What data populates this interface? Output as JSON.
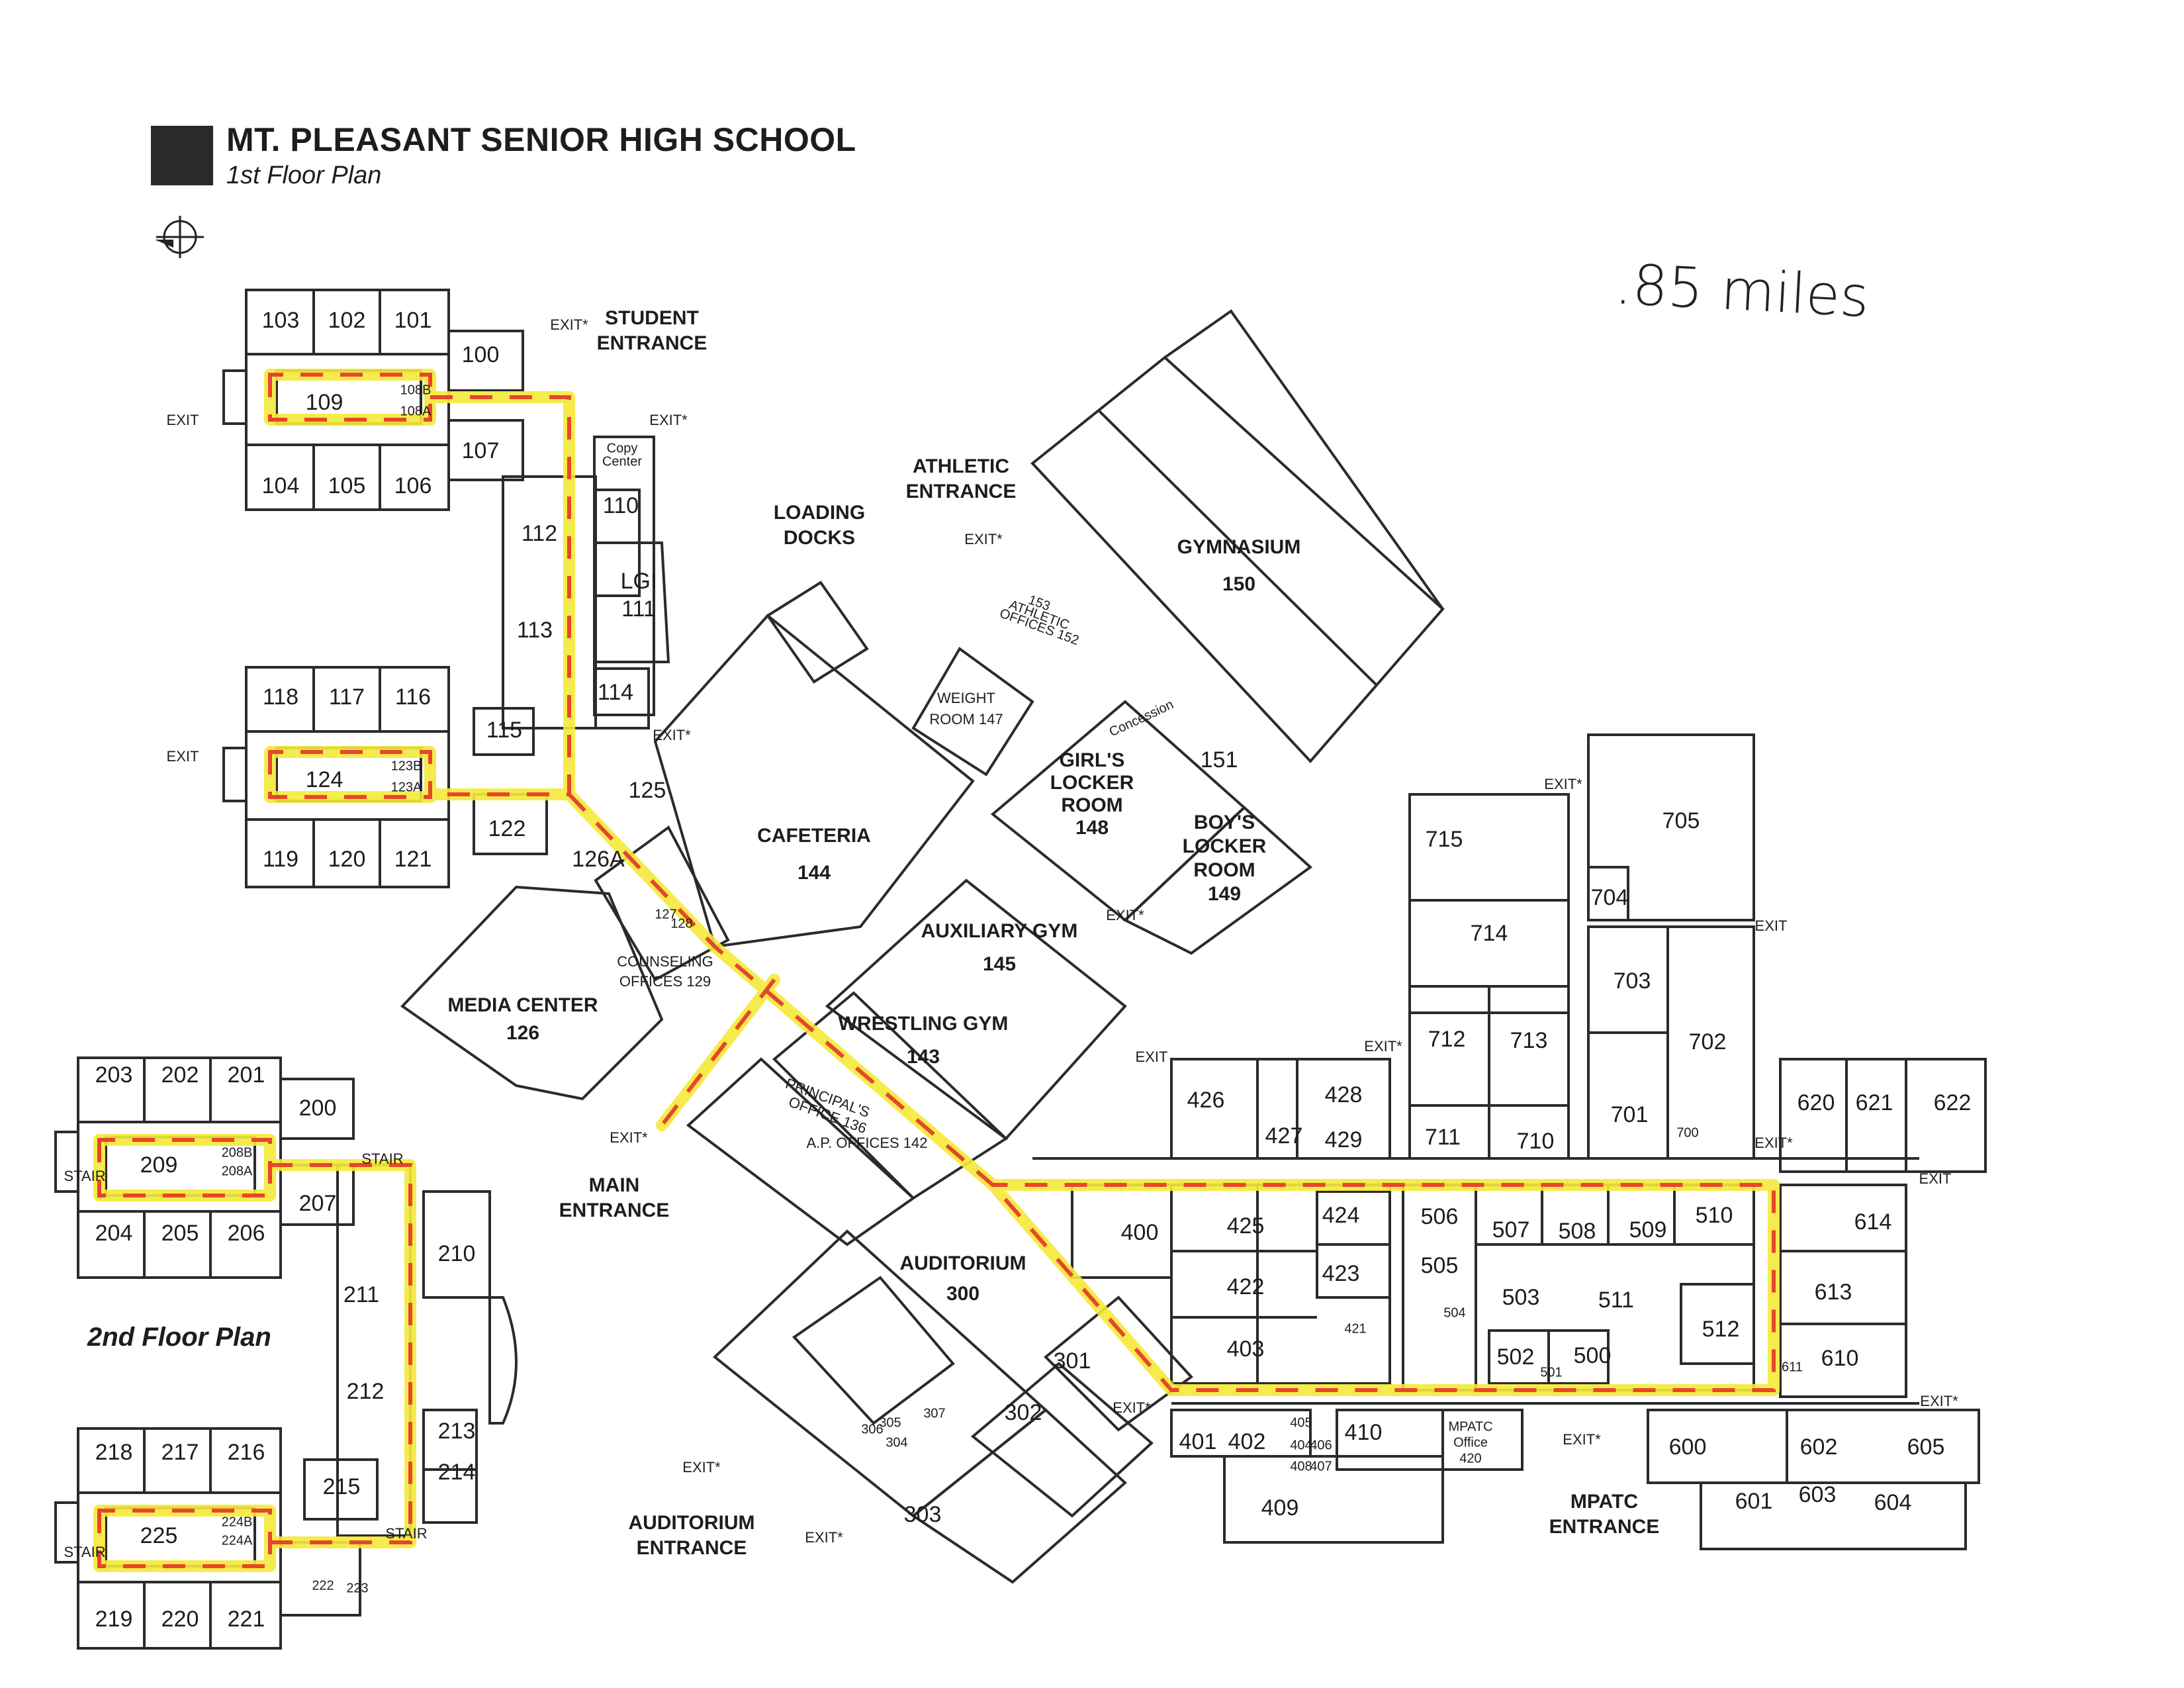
{
  "header": {
    "title": "MT. PLEASANT SENIOR HIGH SCHOOL",
    "subtitle": "1st Floor Plan",
    "second_floor_title": "2nd Floor Plan"
  },
  "annotation": {
    "distance": ".85 miles"
  },
  "colors": {
    "walls": "#2b2b2b",
    "route_highlight": "#f5e93a",
    "route_arrows": "#e8462a",
    "title_block": "#2a2a2a"
  },
  "icons": {
    "compass": "north-arrow-icon"
  },
  "labels": {
    "student_entrance": [
      "STUDENT",
      "ENTRANCE"
    ],
    "athletic_entrance": [
      "ATHLETIC",
      "ENTRANCE"
    ],
    "loading_docks": [
      "LOADING",
      "DOCKS"
    ],
    "gymnasium": [
      "GYMNASIUM",
      "150"
    ],
    "cafeteria": [
      "CAFETERIA",
      "144"
    ],
    "media_center": [
      "MEDIA CENTER",
      "126"
    ],
    "counseling": [
      "COUNSELING",
      "OFFICES 129"
    ],
    "auxiliary_gym": [
      "AUXILIARY GYM",
      "145"
    ],
    "wrestling_gym": [
      "WRESTLING GYM",
      "143"
    ],
    "girls_locker": [
      "GIRL'S",
      "LOCKER",
      "ROOM",
      "148"
    ],
    "boys_locker": [
      "BOY'S",
      "LOCKER",
      "ROOM",
      "149"
    ],
    "weight_room": [
      "WEIGHT",
      "ROOM 147"
    ],
    "principals": [
      "PRINCIPAL'S",
      "OFFICE 136"
    ],
    "ap_offices": "A.P. OFFICES 142",
    "main_entrance": [
      "MAIN",
      "ENTRANCE"
    ],
    "auditorium": [
      "AUDITORIUM",
      "300"
    ],
    "auditorium_entrance": [
      "AUDITORIUM",
      "ENTRANCE"
    ],
    "mpatc_entrance": [
      "MPATC",
      "ENTRANCE"
    ],
    "mpatc_office": [
      "MPATC",
      "Office",
      "420"
    ],
    "lgi": [
      "LGI",
      "111"
    ],
    "copy_center": [
      "Copy",
      "Center"
    ],
    "athletic_offices": [
      "153",
      "ATHLETIC",
      "OFFICES 152"
    ],
    "concession": "Concession",
    "exit": "EXIT",
    "exit_star": "EXIT*",
    "stair": "STAIR"
  },
  "rooms": {
    "wing100": [
      "103",
      "102",
      "101",
      "100",
      "109",
      "108B",
      "108A",
      "107",
      "104",
      "105",
      "106",
      "110",
      "112",
      "113",
      "114",
      "115"
    ],
    "wing110": [
      "118",
      "117",
      "116",
      "124",
      "123B",
      "123A",
      "119",
      "120",
      "121",
      "122",
      "125",
      "126A",
      "127",
      "128"
    ],
    "wing200": [
      "203",
      "202",
      "201",
      "200",
      "209",
      "208B",
      "208A",
      "207",
      "204",
      "205",
      "206",
      "210",
      "211",
      "212"
    ],
    "wing210": [
      "218",
      "217",
      "216",
      "215",
      "225",
      "224B",
      "224A",
      "219",
      "220",
      "221",
      "222",
      "223",
      "213",
      "214"
    ],
    "wing400": [
      "426",
      "427",
      "428",
      "429",
      "400",
      "425",
      "424",
      "422",
      "423",
      "403",
      "421",
      "401",
      "402",
      "405",
      "404",
      "406",
      "408",
      "407",
      "409",
      "410"
    ],
    "wing500": [
      "506",
      "507",
      "508",
      "509",
      "510",
      "505",
      "503",
      "511",
      "504",
      "502",
      "501",
      "500",
      "512"
    ],
    "wing600": [
      "620",
      "621",
      "622",
      "614",
      "613",
      "610",
      "611",
      "600",
      "602",
      "605",
      "601",
      "603",
      "604"
    ],
    "wing700": [
      "715",
      "714",
      "705",
      "704",
      "703",
      "702",
      "712",
      "713",
      "701",
      "700",
      "711",
      "710"
    ],
    "misc": [
      "151",
      "301",
      "302",
      "303",
      "304",
      "305",
      "306",
      "307"
    ]
  }
}
